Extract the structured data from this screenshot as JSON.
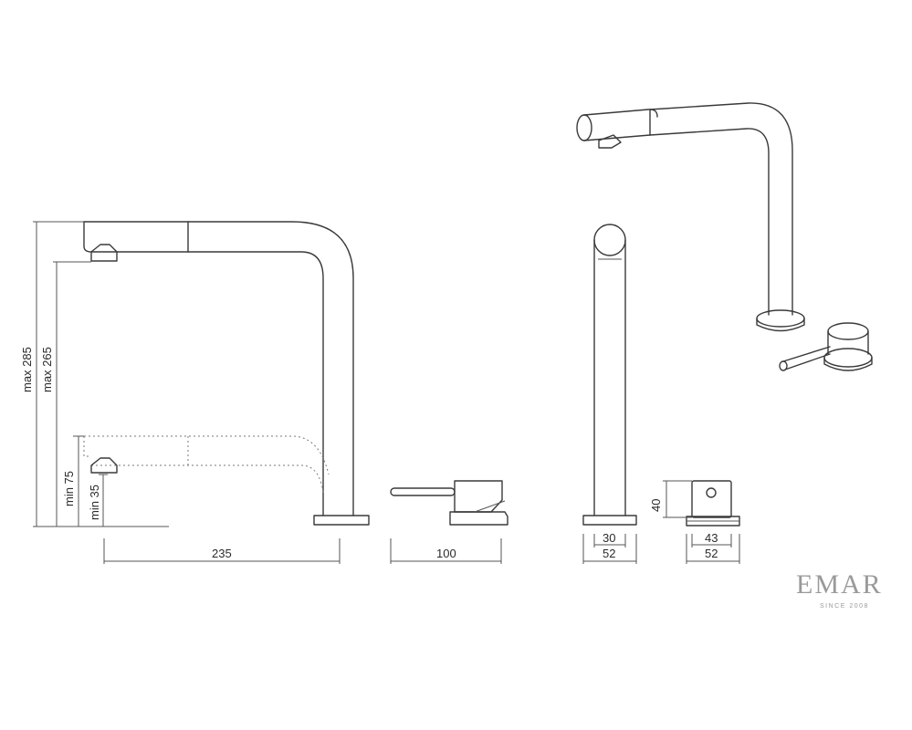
{
  "dimensions": {
    "height_max_285": "max 285",
    "height_max_265": "max 265",
    "height_min_75": "min 75",
    "height_min_35": "min 35",
    "reach_235": "235",
    "handle_100": "100",
    "spout_inner_30": "30",
    "spout_base_52": "52",
    "mixer_height_40": "40",
    "mixer_inner_43": "43",
    "mixer_base_52": "52"
  },
  "logo": {
    "name": "EMAR",
    "tagline": "SINCE 2008"
  },
  "colors": {
    "line": "#3a3a3a",
    "logo": "#9a9a9a"
  }
}
